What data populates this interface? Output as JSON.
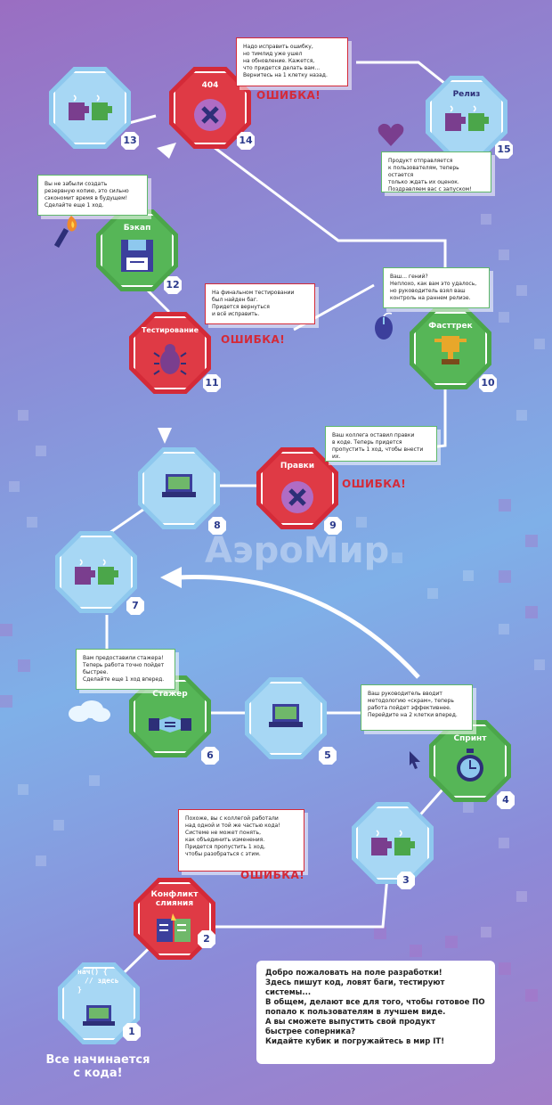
{
  "board": {
    "watermark": "АэроМир",
    "start_caption_line1": "Все начинается",
    "start_caption_line2": "с кода!",
    "code_line1": "нач() {",
    "code_line2": "// здесь",
    "code_line3": "}",
    "error_label": "ОШИБКА!",
    "intro": {
      "l1": "Добро пожаловать на поле разработки!",
      "l2": "Здесь пишут код, ловят баги, тестируют системы...",
      "l3": "В общем, делают все для того, чтобы готовое ПО",
      "l4": "попало к пользователям в лучшем виде.",
      "l5": "А вы сможете выпустить свой продукт",
      "l6": "быстрее соперника?",
      "l7": "Кидайте кубик и погружайтесь в мир IT!"
    }
  },
  "cells": {
    "c1": {
      "num": "1"
    },
    "c2": {
      "label_line1": "Конфликт",
      "label_line2": "слияния",
      "num": "2"
    },
    "c3": {
      "num": "3"
    },
    "c4": {
      "label": "Спринт",
      "num": "4"
    },
    "c5": {
      "num": "5"
    },
    "c6": {
      "label": "Стажер",
      "num": "6"
    },
    "c7": {
      "num": "7"
    },
    "c8": {
      "num": "8"
    },
    "c9": {
      "label": "Правки",
      "num": "9"
    },
    "c10": {
      "label": "Фасттрек",
      "num": "10"
    },
    "c11": {
      "label": "Тестирование",
      "num": "11"
    },
    "c12": {
      "label": "Бэкап",
      "num": "12"
    },
    "c13": {
      "num": "13"
    },
    "c14": {
      "label": "404",
      "num": "14"
    },
    "c15": {
      "label": "Релиз",
      "num": "15"
    }
  },
  "cards": {
    "c2": {
      "l1": "Похоже, вы с коллегой работали",
      "l2": "над одной и той же частью кода!",
      "l3": "Системе не может понять,",
      "l4": "как объединить изменения.",
      "l5": "Придется пропустить 1 ход,",
      "l6": "чтобы разобраться с этим."
    },
    "c4": {
      "l1": "Ваш руководитель вводит",
      "l2": "методологию «скрам», теперь",
      "l3": "работа пойдет эффективнее.",
      "l4": "Перейдите на 2 клетки вперед."
    },
    "c6": {
      "l1": "Вам предоставили стажера!",
      "l2": "Теперь работа точно пойдет",
      "l3": "быстрее.",
      "l4": "Сделайте еще 1 ход вперед."
    },
    "c9": {
      "l1": "Ваш коллега оставил правки",
      "l2": "в коде. Теперь придется",
      "l3": "пропустить 1 ход, чтобы внести их."
    },
    "c10": {
      "l1": "Ваш... гений?",
      "l2": "Неплохо, как вам это удалось,",
      "l3": "но руководитель взял ваш",
      "l4": "контроль на раннем релизе."
    },
    "c11": {
      "l1": "На финальном тестировании",
      "l2": "был найден баг.",
      "l3": "Придется вернуться",
      "l4": "и всё исправить."
    },
    "c12": {
      "l1": "Вы не забыли создать",
      "l2": "резервную копию, это сильно",
      "l3": "сэкономит время в будущем!",
      "l4": "Сделайте еще 1 ход."
    },
    "c14": {
      "l1": "Надо исправить ошибку,",
      "l2": "но тимлид уже ушел",
      "l3": "на обновление. Кажется,",
      "l4": "что придется делать вам...",
      "l5": "Вернитесь на 1 клетку назад."
    },
    "c15": {
      "l1": "Продукт отправляется",
      "l2": "к пользователям, теперь остается",
      "l3": "только ждать их оценок.",
      "l4": "Поздравляем вас с запуском!"
    }
  },
  "colors": {
    "blue_cell": "#8ec8ee",
    "red_cell": "#d42a38",
    "green_cell": "#4ba64a",
    "path": "#ffffff",
    "error": "#d42a38"
  },
  "icons": {
    "c1": "laptop-icon",
    "c2": "merge-conflict-icon",
    "c3": "coffee-cups-icon",
    "c4": "stopwatch-icon",
    "c5": "laptop-icon",
    "c6": "handshake-icon",
    "c7": "coffee-cups-icon",
    "c8": "laptop-icon",
    "c9": "x-mark-icon",
    "c10": "trophy-icon",
    "c11": "bug-icon",
    "c12": "floppy-disk-icon",
    "c13": "coffee-cups-icon",
    "c14": "x-mark-icon",
    "c15": "coffee-cups-icon"
  }
}
